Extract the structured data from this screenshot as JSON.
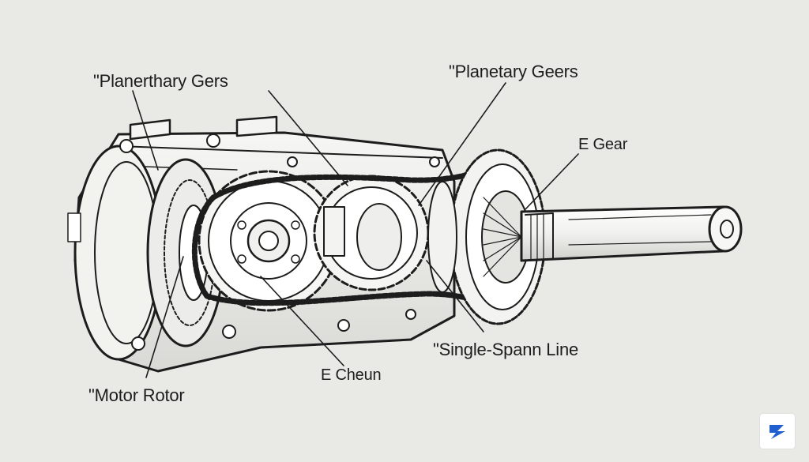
{
  "labels": {
    "planetary_left": "\"Planerthary Gers",
    "planetary_right": "\"Planetary Geers",
    "e_gear": "E Gear",
    "single_span": "\"Single-Spann Line",
    "e_chain": "E Cheun",
    "motor_rotor": "\"Motor Rotor"
  },
  "colors": {
    "background": "#e9e9e6",
    "ink": "#1d1d1d",
    "badge_blue": "#1f5fd0"
  },
  "icons": {
    "watermark": "blue-chevron-logo"
  }
}
